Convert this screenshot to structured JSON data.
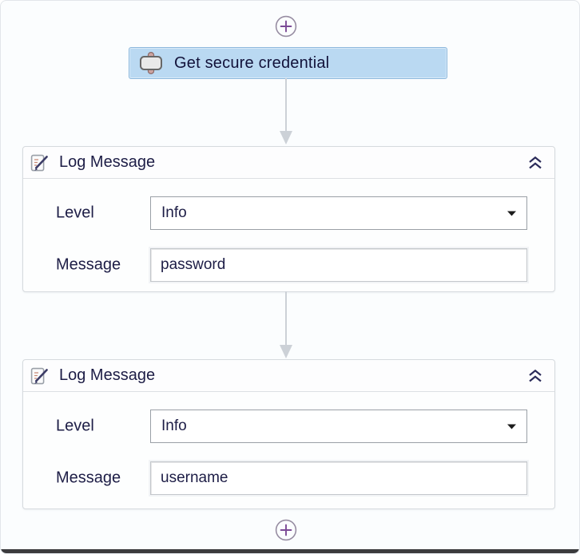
{
  "window": {
    "background": "#fbfdfe",
    "frame_border_color": "#e2e6ea",
    "bottom_edge_color": "#3b3b3d"
  },
  "palette": {
    "text_navy": "#1d1d46",
    "activity_blue_bg": "#bad9f2",
    "activity_blue_border": "#8cb8dd",
    "connector_gray": "#ccd1d7",
    "plus_purple": "#7b4a96",
    "plus_ring_gray": "#978da2",
    "card_border": "#d6dade",
    "dropdown_border": "#9aa0a6",
    "input_border": "#c3c7cb"
  },
  "add_button_top": {
    "icon": "plus-icon"
  },
  "add_button_bottom": {
    "icon": "plus-icon"
  },
  "activity_block": {
    "icon": "flow-node-icon",
    "label": "Get secure credential"
  },
  "cards": [
    {
      "icon": "edit-note-icon",
      "title": "Log Message",
      "collapse_icon": "chevron-double-up-icon",
      "fields": [
        {
          "label": "Level",
          "control": "dropdown",
          "value": "Info",
          "caret_icon": "caret-down-icon"
        },
        {
          "label": "Message",
          "control": "text-input",
          "value": "password"
        }
      ]
    },
    {
      "icon": "edit-note-icon",
      "title": "Log Message",
      "collapse_icon": "chevron-double-up-icon",
      "fields": [
        {
          "label": "Level",
          "control": "dropdown",
          "value": "Info",
          "caret_icon": "caret-down-icon"
        },
        {
          "label": "Message",
          "control": "text-input",
          "value": "username"
        }
      ]
    }
  ]
}
